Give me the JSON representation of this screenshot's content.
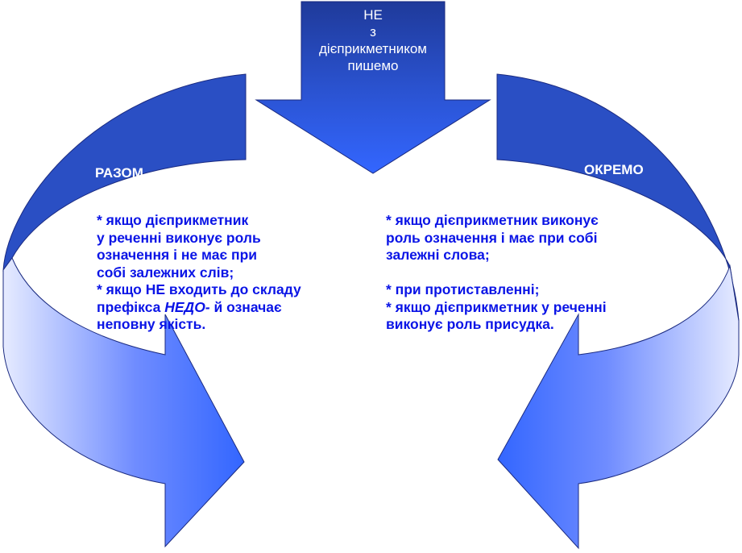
{
  "center": {
    "lines": [
      "НЕ",
      "з",
      "дієприкметником",
      "пишемо"
    ]
  },
  "left": {
    "label": "РАЗОМ",
    "lines": [
      "* якщо дієприкметник",
      "у реченні виконує роль",
      "означення і не має при",
      "собі залежних слів;",
      "* якщо НЕ входить до складу"
    ],
    "line6_prefix": "префікса ",
    "line6_emph": "НЕДО-",
    "line6_suffix": " й означає",
    "line7": "неповну якість."
  },
  "right": {
    "label": "ОКРЕМО",
    "lines": [
      "* якщо дієприкметник виконує",
      "роль означення і має при собі",
      "залежні слова;",
      "",
      "* при протиставленні;",
      "* якщо дієприкметник у реченні",
      "виконує роль присудка."
    ]
  },
  "colors": {
    "dark_blue": "#2a4fc4",
    "bright_blue": "#3366ff",
    "text_blue": "#0a14e6"
  }
}
